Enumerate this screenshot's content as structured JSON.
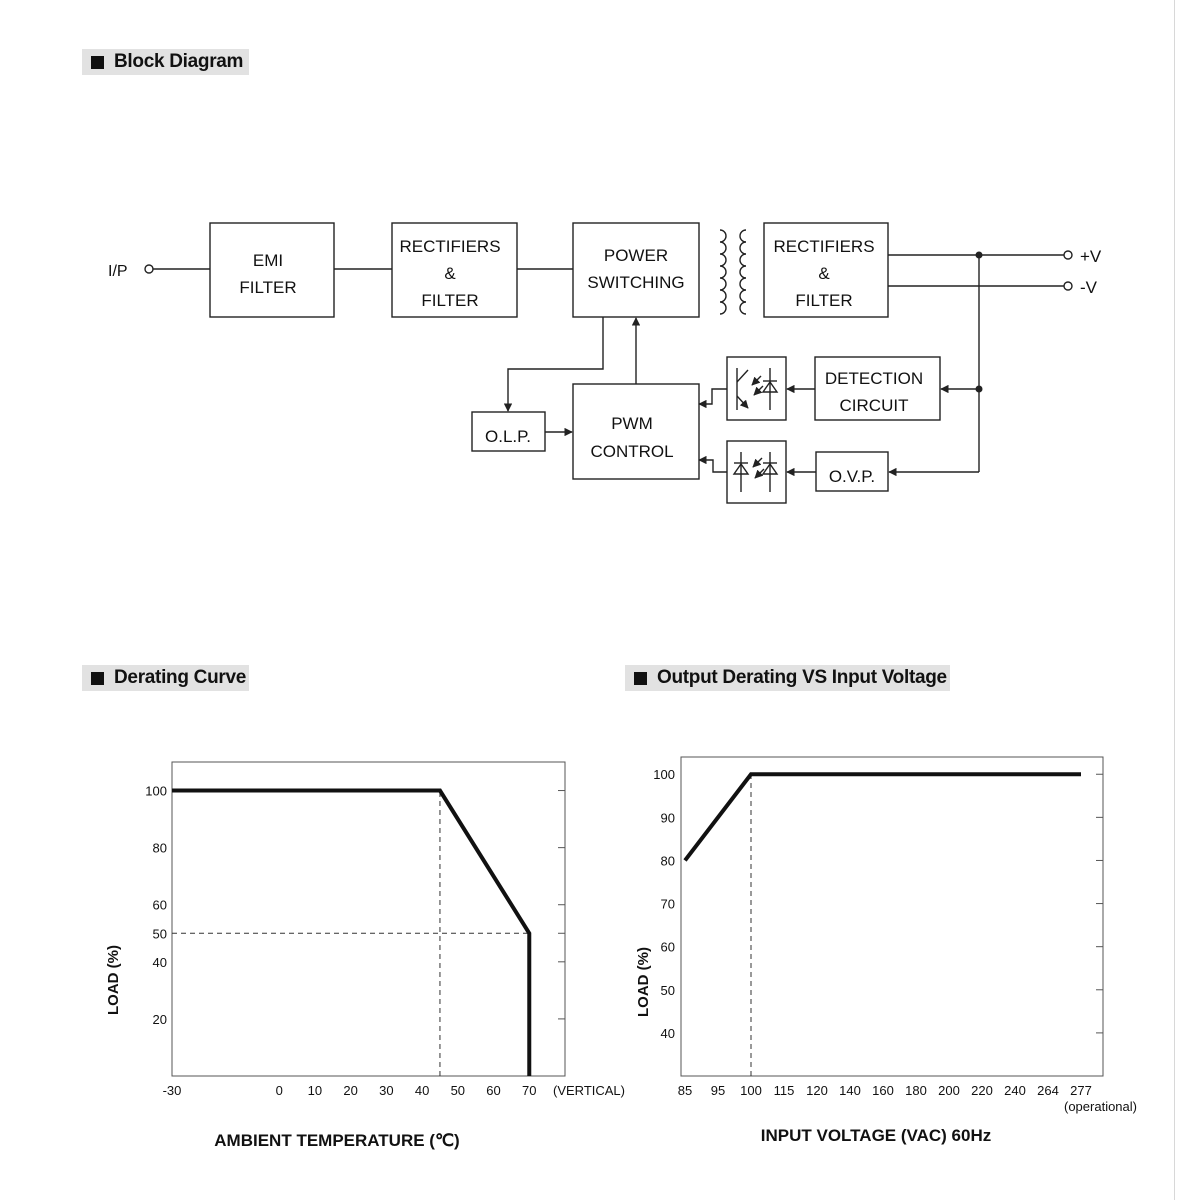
{
  "headers": {
    "block_diagram": "Block Diagram",
    "derating_curve": "Derating Curve",
    "output_derating": "Output Derating VS Input Voltage"
  },
  "block_diagram": {
    "input_label": "I/P",
    "emi_filter": [
      "EMI",
      "FILTER"
    ],
    "rectifiers_in": [
      "RECTIFIERS",
      "&",
      "FILTER"
    ],
    "power_switching": [
      "POWER",
      "SWITCHING"
    ],
    "rectifiers_out": [
      "RECTIFIERS",
      "&",
      "FILTER"
    ],
    "plus_v": "+V",
    "minus_v": "-V",
    "detection": [
      "DETECTION",
      "CIRCUIT"
    ],
    "olp": "O.L.P.",
    "pwm": [
      "PWM",
      "CONTROL"
    ],
    "ovp": "O.V.P."
  },
  "chart_data": [
    {
      "type": "line",
      "ylabel": "LOAD (%)",
      "xlabel": "AMBIENT TEMPERATURE (℃)",
      "x_ticks": [
        "-30",
        "0",
        "10",
        "20",
        "30",
        "40",
        "50",
        "60",
        "70"
      ],
      "x_note": "(VERTICAL)",
      "y_ticks": [
        "20",
        "40",
        "50",
        "60",
        "80",
        "100"
      ],
      "xlim": [
        -30,
        80
      ],
      "ylim": [
        0,
        110
      ],
      "series": [
        {
          "x": [
            -30,
            45,
            70,
            70
          ],
          "y": [
            100,
            100,
            50,
            0
          ]
        }
      ],
      "guides": [
        {
          "x": [
            45,
            45
          ],
          "y": [
            0,
            100
          ]
        },
        {
          "x": [
            -30,
            70
          ],
          "y": [
            50,
            50
          ]
        }
      ]
    },
    {
      "type": "line",
      "ylabel": "LOAD (%)",
      "xlabel": "INPUT VOLTAGE (VAC) 60Hz",
      "x_ticks": [
        "85",
        "95",
        "100",
        "115",
        "120",
        "140",
        "160",
        "180",
        "200",
        "220",
        "240",
        "264",
        "277"
      ],
      "x_note": "(operational)",
      "y_ticks": [
        "40",
        "50",
        "60",
        "70",
        "80",
        "90",
        "100"
      ],
      "ylim": [
        30,
        104
      ],
      "series": [
        {
          "x": [
            "85",
            "100",
            "277"
          ],
          "y": [
            80,
            100,
            100
          ]
        }
      ],
      "guides": [
        {
          "x": [
            "100",
            "100"
          ],
          "y": [
            30,
            100
          ]
        }
      ]
    }
  ]
}
